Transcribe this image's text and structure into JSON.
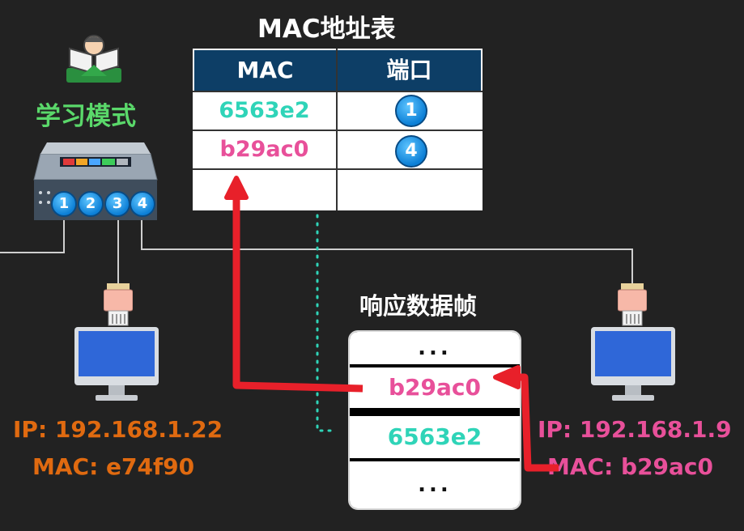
{
  "colors": {
    "background": "#222222",
    "mode_green": "#5ad86a",
    "mac_teal": "#2fd4b8",
    "mac_pink": "#e8509a",
    "left_host_orange": "#e06a10",
    "arrow_red": "#e8202a",
    "table_header": "#0d3e66"
  },
  "mac_table": {
    "title": "MAC地址表",
    "header": {
      "mac": "MAC",
      "port": "端口"
    },
    "rows": [
      {
        "mac": "6563e2",
        "port": "1"
      },
      {
        "mac": "b29ac0",
        "port": "4"
      },
      {
        "mac": "",
        "port": ""
      }
    ]
  },
  "switch": {
    "mode_label": "学习模式",
    "ports": [
      "1",
      "2",
      "3",
      "4"
    ]
  },
  "frame": {
    "title": "响应数据帧",
    "top_dots": "...",
    "source_mac": "b29ac0",
    "dest_mac": "6563e2",
    "bottom_dots": "..."
  },
  "host_left": {
    "ip": "IP: 192.168.1.22",
    "mac": "MAC: e74f90"
  },
  "host_right": {
    "ip": "IP: 192.168.1.9",
    "mac": "MAC: b29ac0"
  },
  "icons": {
    "mode": "reader-icon",
    "switch": "network-switch-icon",
    "connector": "rj45-connector-icon",
    "computer": "monitor-icon"
  }
}
